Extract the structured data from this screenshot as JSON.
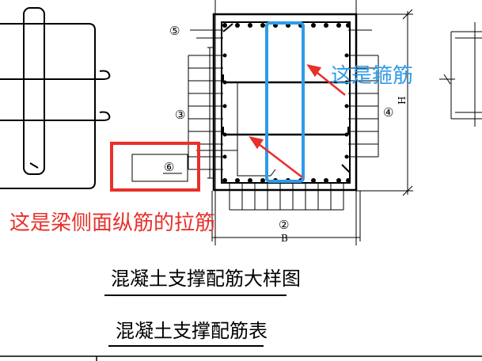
{
  "drawing": {
    "markers": {
      "m5": "⑤",
      "m3": "③",
      "m6": "⑥",
      "m4": "④",
      "m2": "②"
    },
    "dimension_labels": {
      "height": "H",
      "width": "B"
    },
    "titles": {
      "detail_title": "混凝土支撑配筋大样图",
      "table_title": "混凝土支撑配筋表"
    }
  },
  "annotations": {
    "stirrup_note": "这是箍筋",
    "tie_bar_note": "这是梁侧面纵筋的拉筋"
  },
  "colors": {
    "drawing": "#000000",
    "stirrup_highlight": "#2f9be8",
    "tie_bar_highlight": "#e8302a"
  }
}
